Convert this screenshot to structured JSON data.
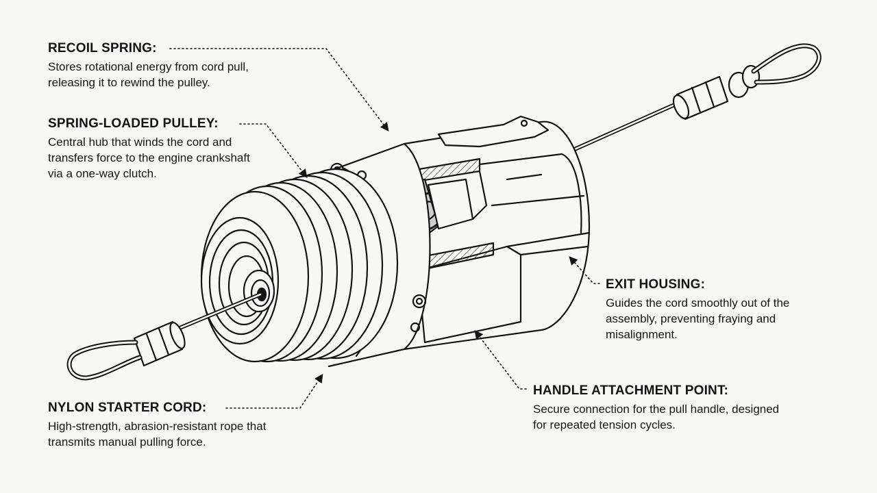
{
  "callouts": {
    "recoil_spring": {
      "title": "RECOIL SPRING:",
      "desc": "Stores rotational energy from cord pull, releasing it to rewind the pulley."
    },
    "spring_loaded_pulley": {
      "title": "SPRING-LOADED PULLEY:",
      "desc": "Central hub that winds the cord and transfers force to the engine crankshaft via a one-way clutch."
    },
    "nylon_starter_cord": {
      "title": "NYLON STARTER CORD:",
      "desc": "High-strength, abrasion-resistant rope that transmits manual pulling force."
    },
    "exit_housing": {
      "title": "EXIT HOUSING:",
      "desc": "Guides the cord smoothly out of the assembly, preventing fraying and misalignment."
    },
    "handle_attachment_point": {
      "title": "HANDLE ATTACHMENT POINT:",
      "desc": "Secure connection for the pull handle, designed for repeated tension cycles."
    }
  },
  "colors": {
    "ink": "#141414",
    "paper": "#f7f7f5",
    "shade": "#cfcfcf"
  },
  "icons": [
    "recoil-starter-assembly-drawing"
  ]
}
